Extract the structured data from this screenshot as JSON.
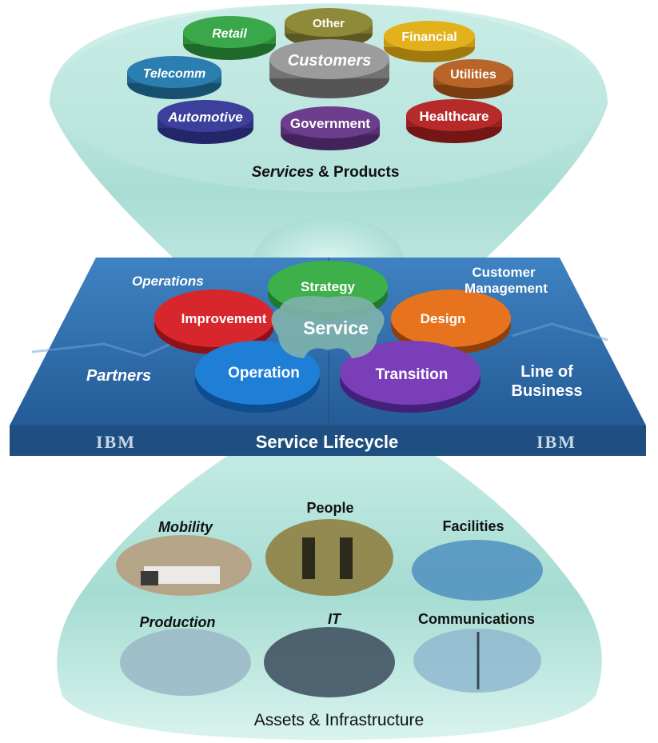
{
  "top_section": {
    "caption_italic": "Services",
    "caption_rest": "& Products",
    "discs": [
      {
        "id": "retail",
        "label": "Retail",
        "color": "#3aa84a"
      },
      {
        "id": "other",
        "label": "Other",
        "color": "#8f8a3a"
      },
      {
        "id": "financial",
        "label": "Financial",
        "color": "#e2b11c"
      },
      {
        "id": "telecomm",
        "label": "Telecomm",
        "color": "#2a7fb0"
      },
      {
        "id": "customers",
        "label": "Customers",
        "color": "#8c8c8c"
      },
      {
        "id": "utilities",
        "label": "Utilities",
        "color": "#b9652a"
      },
      {
        "id": "automotive",
        "label": "Automotive",
        "color": "#3d3f9c"
      },
      {
        "id": "government",
        "label": "Government",
        "color": "#6b3d8c"
      },
      {
        "id": "healthcare",
        "label": "Healthcare",
        "color": "#b72a2a"
      }
    ]
  },
  "platform": {
    "corner_labels": {
      "operations": "Operations",
      "customer_management_line1": "Customer",
      "customer_management_line2": "Management",
      "partners": "Partners",
      "line_of_business_line1": "Line of",
      "line_of_business_line2": "Business"
    },
    "center_label": "Service",
    "petals": [
      {
        "id": "strategy",
        "label": "Strategy",
        "color": "#3db04a"
      },
      {
        "id": "improvement",
        "label": "Improvement",
        "color": "#d8262d"
      },
      {
        "id": "design",
        "label": "Design",
        "color": "#e8731f"
      },
      {
        "id": "operation",
        "label": "Operation",
        "color": "#1f7fd6"
      },
      {
        "id": "transition",
        "label": "Transition",
        "color": "#7a3fb8"
      }
    ],
    "bottom_bar": {
      "logo_left": "IBM",
      "title": "Service Lifecycle",
      "logo_right": "IBM"
    }
  },
  "bottom_section": {
    "caption": "Assets & Infrastructure",
    "assets": [
      {
        "id": "mobility",
        "label": "Mobility"
      },
      {
        "id": "people",
        "label": "People"
      },
      {
        "id": "facilities",
        "label": "Facilities"
      },
      {
        "id": "production",
        "label": "Production"
      },
      {
        "id": "it",
        "label": "IT"
      },
      {
        "id": "communications",
        "label": "Communications"
      }
    ]
  },
  "colors": {
    "funnel": "#bfe8e1",
    "platform_top": "#2f6fae",
    "platform_bar": "#1f4f80"
  }
}
